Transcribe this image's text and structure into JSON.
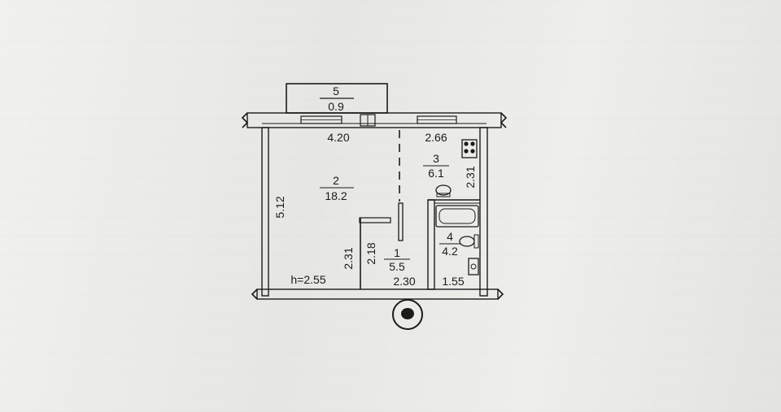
{
  "floor_plan": {
    "ceiling_height": "h=2.55",
    "rooms": [
      {
        "number": "1",
        "area": "5.5"
      },
      {
        "number": "2",
        "area": "18.2"
      },
      {
        "number": "3",
        "area": "6.1"
      },
      {
        "number": "4",
        "area": "4.2"
      },
      {
        "number": "5",
        "area": "0.9"
      }
    ],
    "dimensions": {
      "room2_width": "4.20",
      "room3_width": "2.66",
      "room2_height": "5.12",
      "room3_height": "2.31",
      "room1_left_height": "2.31",
      "room1_height": "2.18",
      "room1_width": "2.30",
      "room4_width": "1.55"
    },
    "colors": {
      "line": "#1b1b1b",
      "paper": "#ececea"
    }
  }
}
